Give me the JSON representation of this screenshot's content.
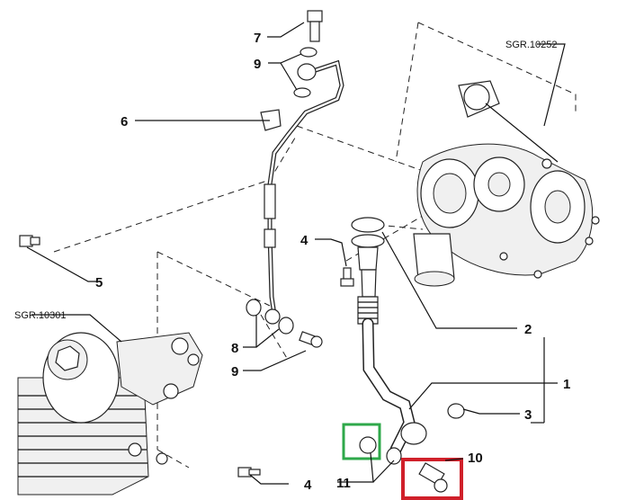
{
  "refs": {
    "turbo": "SGR.10252",
    "oil_filter": "SGR.10301"
  },
  "callouts": {
    "c1": "1",
    "c2": "2",
    "c3": "3",
    "c4a": "4",
    "c4b": "4",
    "c5": "5",
    "c6": "6",
    "c7": "7",
    "c8": "8",
    "c9a": "9",
    "c9b": "9",
    "c10": "10",
    "c11": "11"
  },
  "highlights": {
    "green_box_color": "#2ea84a",
    "red_box_color": "#d0202a"
  }
}
